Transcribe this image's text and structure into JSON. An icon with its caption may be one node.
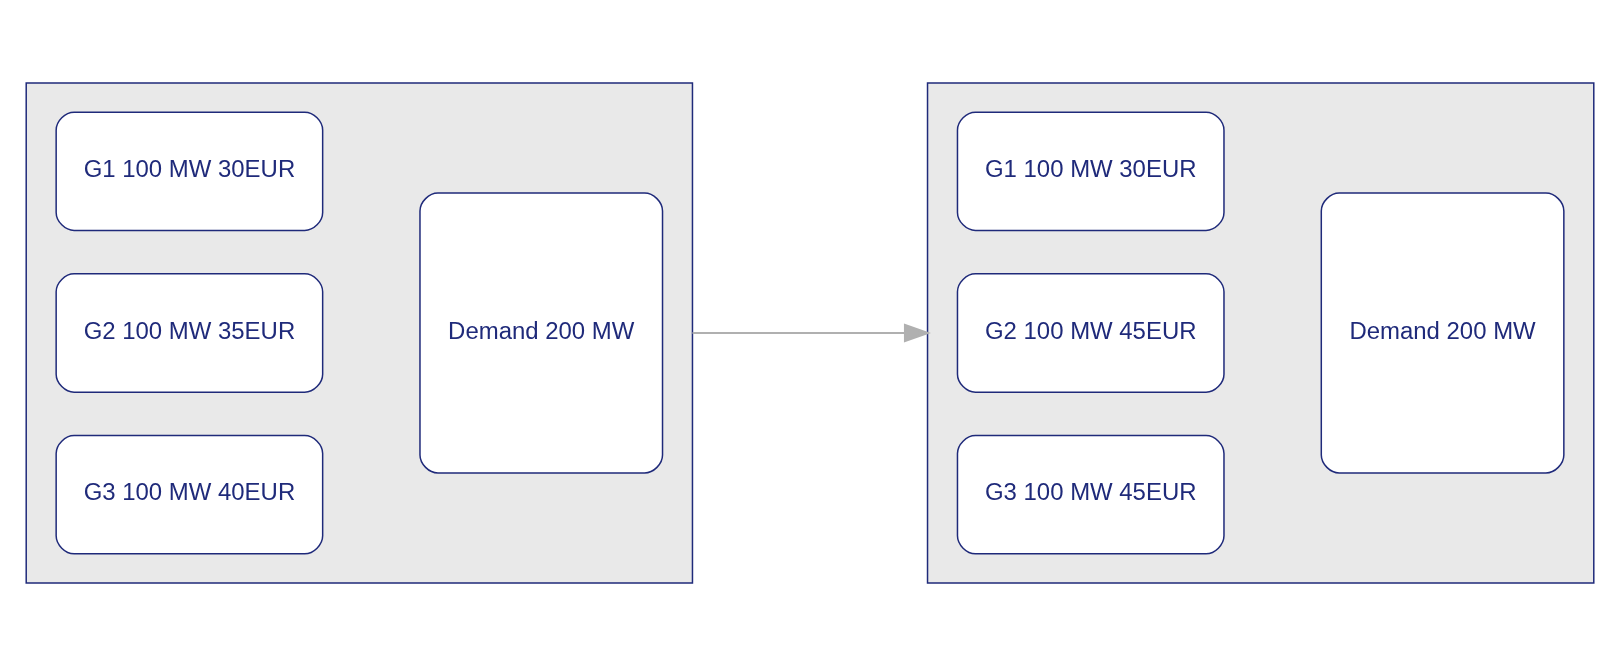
{
  "diagram": {
    "nodes": [
      {
        "text": [],
        "shape": "box"
      },
      {
        "text": [
          "G1 100 MW 30EUR"
        ],
        "in": 0
      },
      {
        "text": [
          "G2 100 MW 35EUR"
        ],
        "in": 0
      },
      {
        "text": [
          "G3 100 MW 40EUR"
        ],
        "in": 0
      },
      {
        "text": [
          "Demand 200 MW"
        ],
        "in": 0
      },
      {
        "text": [],
        "shape": "box"
      },
      {
        "text": [
          "G1 100 MW 30EUR"
        ],
        "in": 5
      },
      {
        "text": [
          "G2 100 MW 45EUR"
        ],
        "in": 5
      },
      {
        "text": [
          "G3 100 MW 45EUR"
        ],
        "in": 5
      },
      {
        "text": [
          "Demand 200 MW"
        ],
        "in": 5
      }
    ],
    "edges": [
      {
        "from": 0,
        "to": 5,
        "arrow": "to"
      }
    ]
  }
}
